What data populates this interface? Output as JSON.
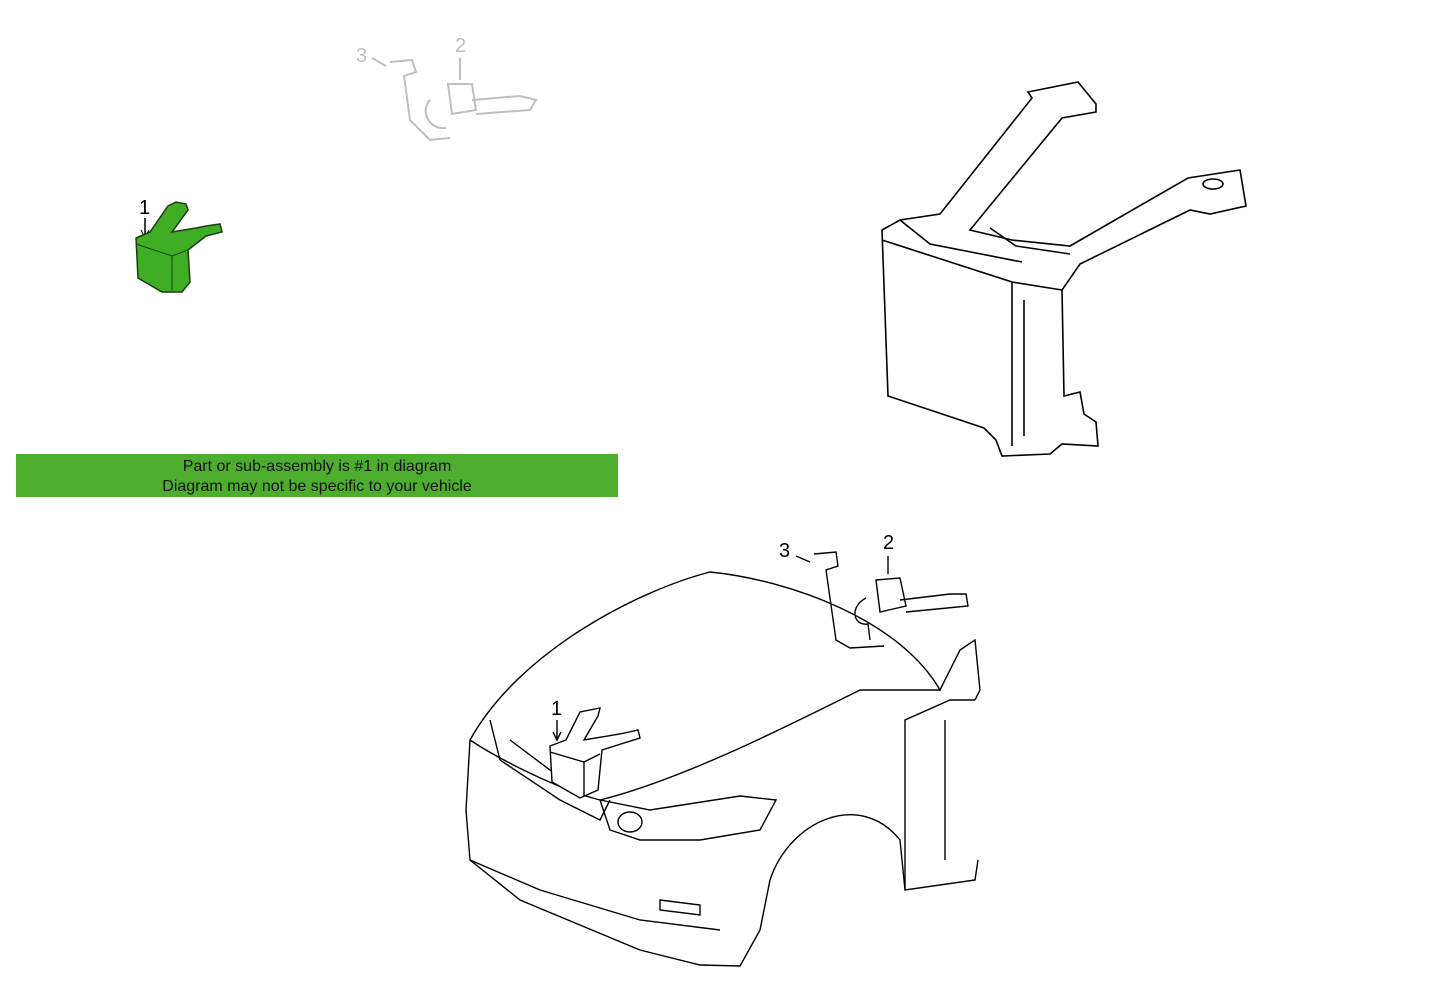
{
  "banner": {
    "line1": "Part or sub-assembly is #1 in diagram",
    "line2": "Diagram may not be specific to your vehicle",
    "color": "#4cae2c"
  },
  "callouts": {
    "part1": "1",
    "part2": "2",
    "part3": "3"
  },
  "highlight_color": "#3fae25"
}
